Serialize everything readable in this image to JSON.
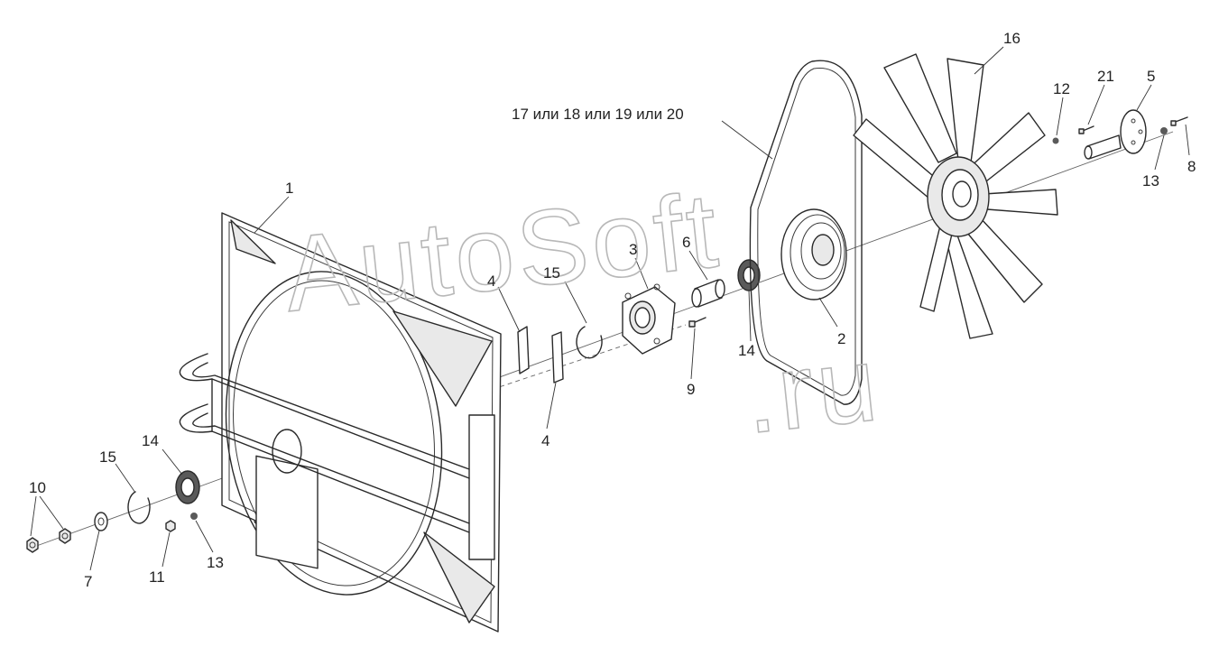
{
  "watermark": {
    "brand": "AutoSoft",
    "domain": ".ru"
  },
  "callouts": {
    "c1": "1",
    "c2": "2",
    "c3": "3",
    "c4a": "4",
    "c4b": "4",
    "c5": "5",
    "c6": "6",
    "c7": "7",
    "c8": "8",
    "c9": "9",
    "c10": "10",
    "c11": "11",
    "c12": "12",
    "c13a": "13",
    "c13b": "13",
    "c14a": "14",
    "c14b": "14",
    "c15a": "15",
    "c15b": "15",
    "c16": "16",
    "c17_20": "17 или 18 или 19 или 20",
    "c21": "21"
  }
}
